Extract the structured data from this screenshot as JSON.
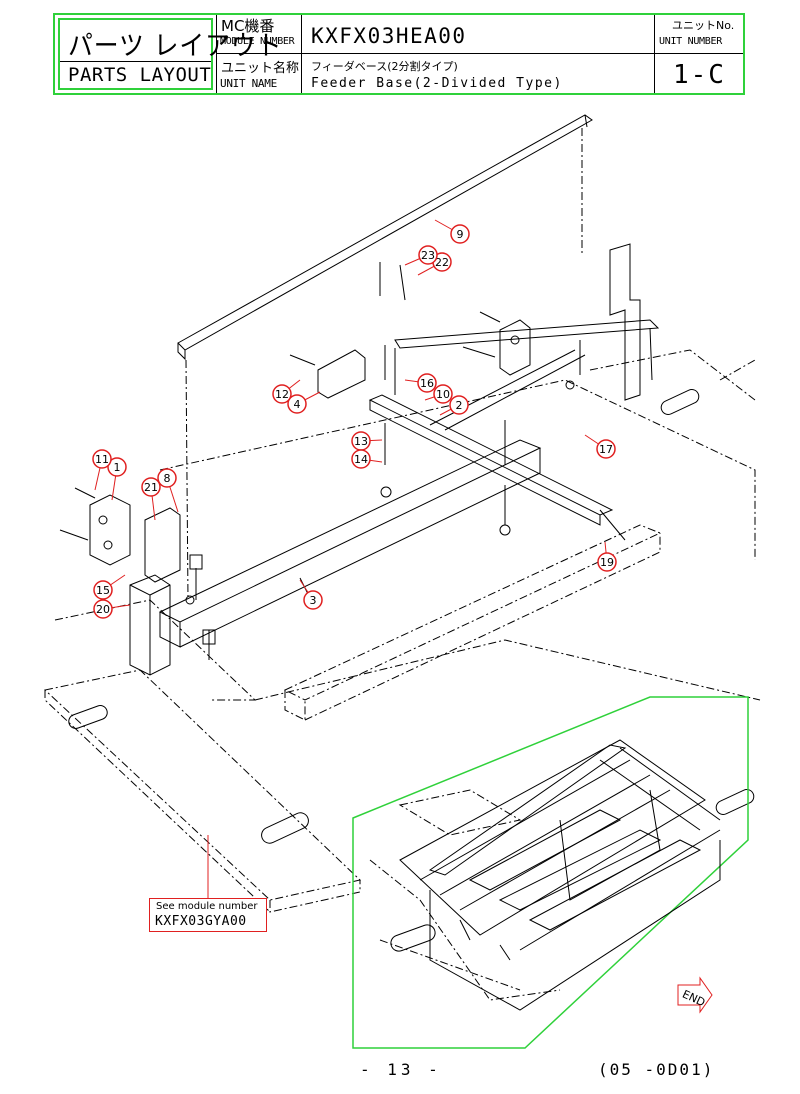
{
  "title_block": {
    "jp_title": "パーツ レイアウト",
    "en_title": "PARTS LAYOUT",
    "module_label_jp": "MC機番",
    "module_label_en": "MODULE NUMBER",
    "module_number": "KXFX03HEA00",
    "unit_label_jp": "ユニットNo.",
    "unit_label_en": "UNIT NUMBER",
    "unit_number": "1-C",
    "unit_name_label_jp": "ユニット名称",
    "unit_name_label_en": "UNIT NAME",
    "unit_name_jp": "フィーダベース(2分割タイプ)",
    "unit_name_en": "Feeder Base(2-Divided Type)"
  },
  "callouts": [
    "1",
    "2",
    "3",
    "4",
    "8",
    "9",
    "10",
    "11",
    "12",
    "13",
    "14",
    "15",
    "16",
    "17",
    "19",
    "20",
    "21",
    "22",
    "23"
  ],
  "reference": {
    "label": "See module number",
    "code": "KXFX03GYA00"
  },
  "end_marker": "END",
  "footer": {
    "page": "- 13 -",
    "doc_code": "(05 -0D01)"
  },
  "colors": {
    "frame": "#2fd13a",
    "callout": "#e02020",
    "line": "#000000"
  }
}
